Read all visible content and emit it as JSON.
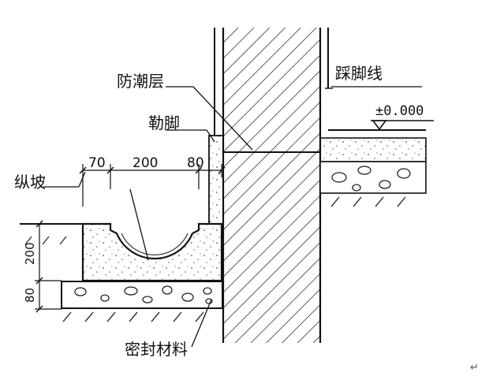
{
  "labels": {
    "moisture_barrier": "防潮层",
    "skirting_plinth": "勒脚",
    "longitudinal_slope": "纵坡",
    "sealing_material": "密封材料",
    "baseboard": "踩脚线",
    "elevation": "±0.000"
  },
  "dimensions": {
    "left_wall": "70",
    "channel_width": "200",
    "right_wall": "80",
    "channel_depth": "200",
    "base_thickness": "80"
  },
  "corner_mark": "↵"
}
